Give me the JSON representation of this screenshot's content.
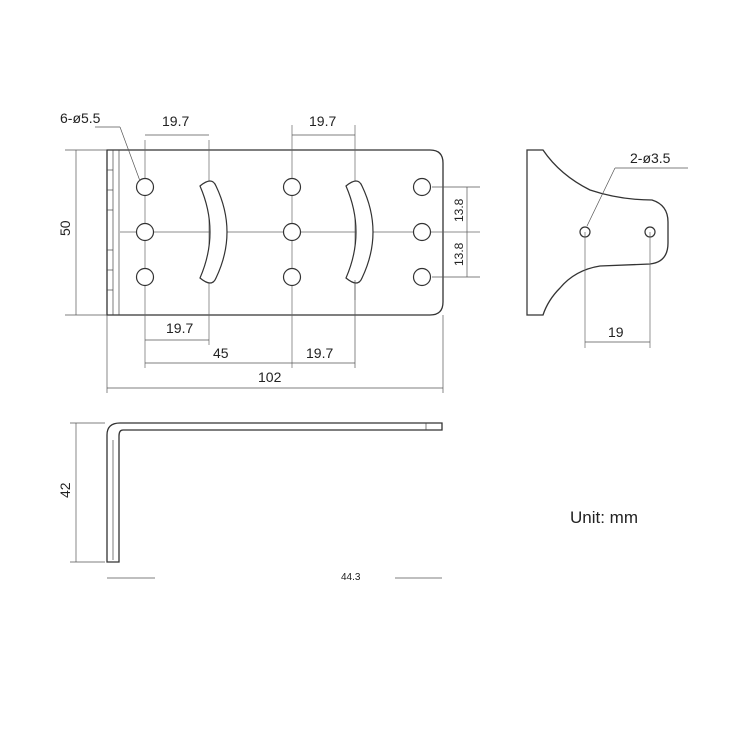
{
  "dimensions": {
    "holes_callout": "6-ø5.5",
    "spacing_top_left": "19.7",
    "spacing_top_right": "19.7",
    "height": "50",
    "pitch_upper": "13.8",
    "pitch_lower": "13.8",
    "spacing_bottom_left": "19.7",
    "dim_45": "45",
    "spacing_bottom_right": "19.7",
    "length": "102",
    "side_holes_callout": "2-ø3.5",
    "side_hole_spacing": "19",
    "bend_height": "42",
    "bend_width": "44.3"
  },
  "unit_note": "Unit: mm"
}
